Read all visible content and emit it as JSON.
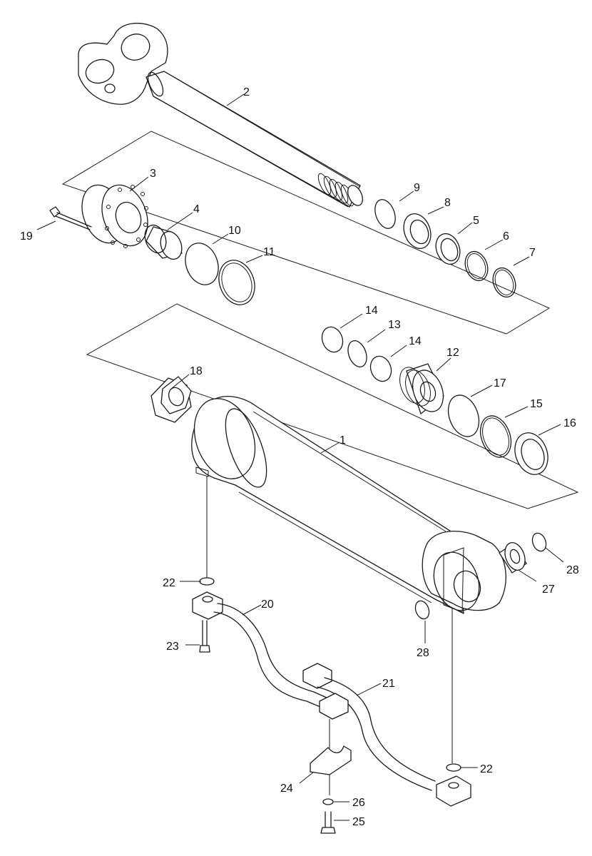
{
  "labels": {
    "p1": "1",
    "p2": "2",
    "p3": "3",
    "p4": "4",
    "p5": "5",
    "p6": "6",
    "p7": "7",
    "p8": "8",
    "p9": "9",
    "p10": "10",
    "p11": "11",
    "p12": "12",
    "p13": "13",
    "p14a": "14",
    "p14b": "14",
    "p15": "15",
    "p16": "16",
    "p17": "17",
    "p18": "18",
    "p19": "19",
    "p20": "20",
    "p21": "21",
    "p22a": "22",
    "p22b": "22",
    "p23": "23",
    "p24": "24",
    "p25": "25",
    "p26": "26",
    "p27": "27",
    "p28a": "28",
    "p28b": "28"
  }
}
